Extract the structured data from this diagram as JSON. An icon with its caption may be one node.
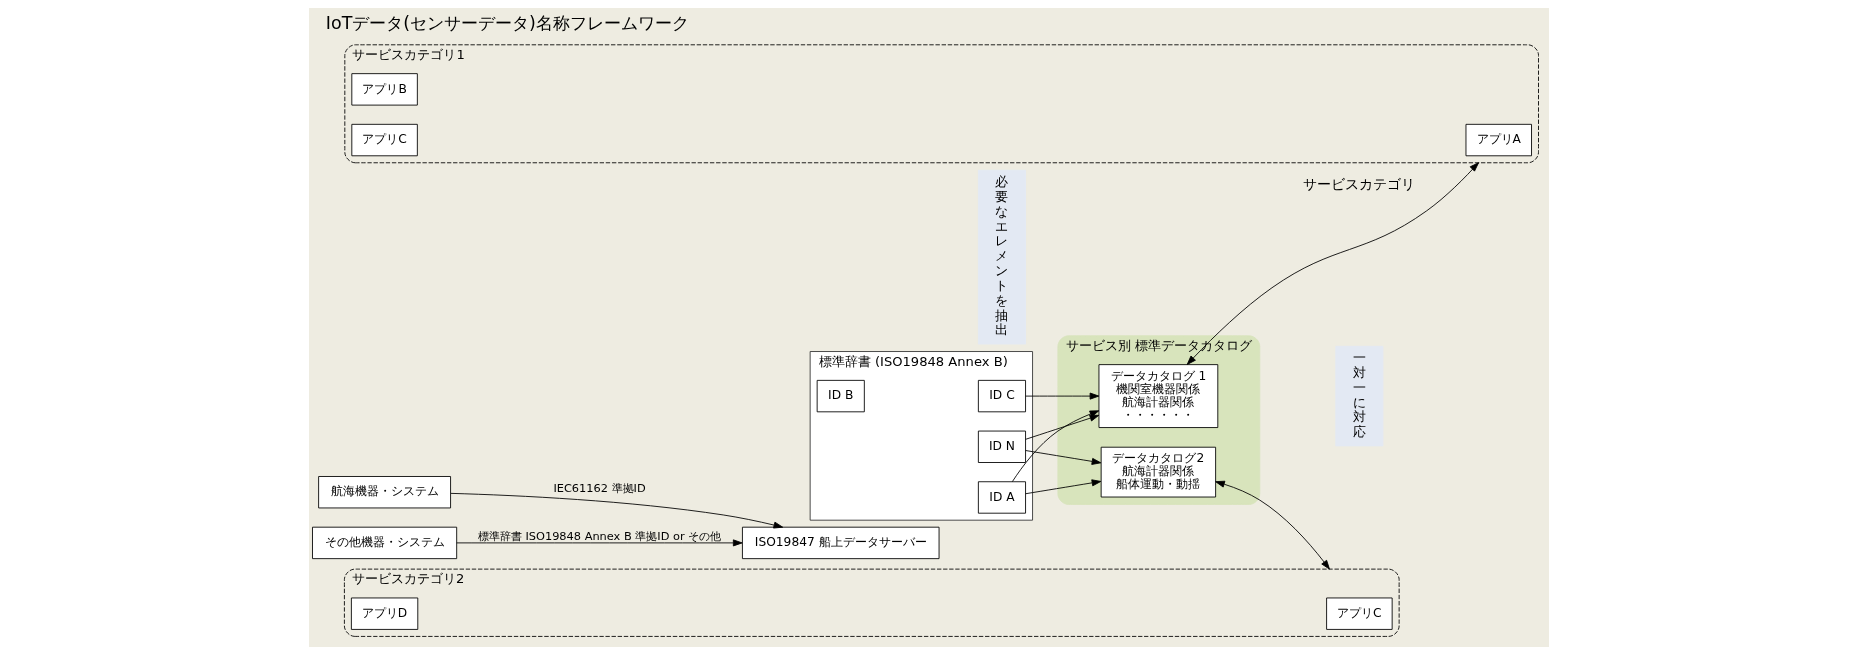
{
  "diagram": {
    "title": "IoTデータ(センサーデータ)名称フレームワーク",
    "nodes": [
      {
        "text": [
          "航海機器・システム"
        ]
      },
      {
        "text": [
          "その他機器・システム"
        ]
      },
      {
        "text": [
          "ISO19847 船上データサーバー"
        ]
      },
      {
        "text": [
          "標準辞書 (ISO19848 Annex B)"
        ]
      },
      {
        "text": [
          "ID A"
        ],
        "in": 3
      },
      {
        "text": [
          "ID B"
        ],
        "in": 3
      },
      {
        "text": [
          "ID C"
        ],
        "in": 3
      },
      {
        "text": [
          "ID N"
        ],
        "in": 3
      },
      {
        "text": [
          "必要なエレメントを抽出"
        ]
      },
      {
        "text": [
          "サービス別 標準データカタログ"
        ]
      },
      {
        "text": [
          "データカタログ 1",
          "機関室機器関係",
          "航海計器関係",
          "・・・・・・"
        ],
        "in": 9
      },
      {
        "text": [
          "データカタログ2",
          "航海計器関係",
          "船体運動・動揺"
        ],
        "in": 9
      },
      {
        "text": [
          "一対一に対応"
        ]
      },
      {
        "text": [
          "サービスカテゴリ1"
        ]
      },
      {
        "text": [
          "アプリA"
        ],
        "in": 13
      },
      {
        "text": [
          "アプリB"
        ],
        "in": 13
      },
      {
        "text": [
          "アプリC"
        ],
        "in": 13
      },
      {
        "text": [
          "サービスカテゴリ2"
        ]
      },
      {
        "text": [
          "アプリC"
        ],
        "in": 17
      },
      {
        "text": [
          "アプリD"
        ],
        "in": 17
      }
    ],
    "edges": [
      {
        "from": 0,
        "to": 2,
        "arrow": "to",
        "label": "IEC61162 準拠ID"
      },
      {
        "from": 1,
        "to": 2,
        "arrow": "to",
        "label": "標準辞書 ISO19848 Annex B 準拠ID or その他"
      },
      {
        "from": 4,
        "to": 10,
        "arrow": "to"
      },
      {
        "from": 4,
        "to": 11,
        "arrow": "to"
      },
      {
        "from": 6,
        "to": 10,
        "arrow": "to"
      },
      {
        "from": 7,
        "to": 10,
        "arrow": "to"
      },
      {
        "from": 7,
        "to": 11,
        "arrow": "to"
      },
      {
        "from": 10,
        "to": 13,
        "arrow": "both"
      },
      {
        "from": 11,
        "to": 17,
        "arrow": "both"
      }
    ],
    "labels": [
      "サービスカテゴリ"
    ]
  }
}
